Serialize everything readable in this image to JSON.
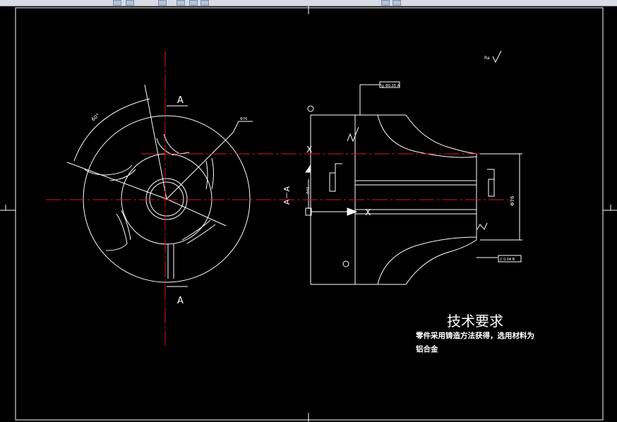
{
  "drawing": {
    "section_label_top": "A",
    "section_label_bottom": "A",
    "section_view_label": "A－A",
    "roughness_general": "Ra",
    "datum_mark": "X",
    "diameter_dim": "Φ76",
    "angle_dim": "60°",
    "callout_top": "◎ Φ0.05 A",
    "callout_bottom": "// 0.04 B",
    "tech_req_title": "技术要求",
    "tech_req_line1": "零件采用铸造方法获得，选用材料为",
    "tech_req_line2": "铝合金"
  },
  "colors": {
    "background": "#000000",
    "line": "#ffffff",
    "centerline": "#e0141e"
  }
}
